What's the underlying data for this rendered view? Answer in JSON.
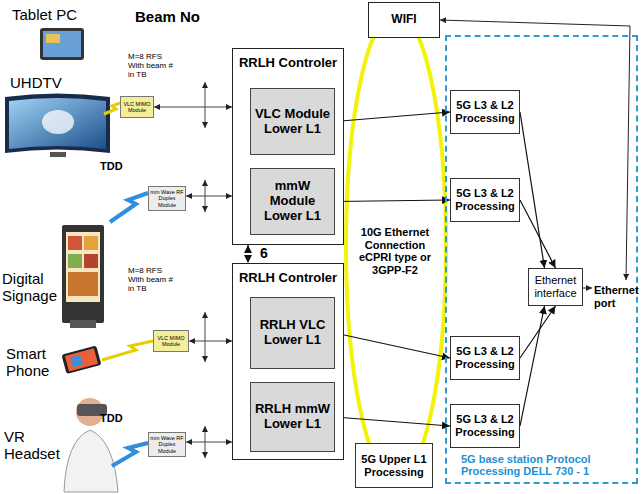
{
  "diagram": {
    "nodes": [
      {
        "text": [
          "RRLH Controler"
        ]
      },
      {
        "text": [
          "VLC Module Lower L1"
        ],
        "in": 0
      },
      {
        "text": [
          "mmW Module Lower L1"
        ],
        "in": 0
      },
      {
        "text": [
          "RRLH Controler"
        ]
      },
      {
        "text": [
          "RRLH VLC Lower L1"
        ],
        "in": 3
      },
      {
        "text": [
          "RRLH mmW Lower L1"
        ],
        "in": 3
      },
      {
        "text": [
          "WIFI"
        ]
      },
      {
        "text": [
          "5G base station Protocol Processing DELL 730 - 1"
        ]
      },
      {
        "text": [
          "5G L3 & L2 Processing"
        ],
        "in": 7
      },
      {
        "text": [
          "5G L3 & L2 Processing"
        ],
        "in": 7
      },
      {
        "text": [
          "5G L3 & L2 Processing"
        ],
        "in": 7
      },
      {
        "text": [
          "5G L3 & L2 Processing"
        ],
        "in": 7
      },
      {
        "text": [
          "Ethernet interface"
        ],
        "in": 7
      },
      {
        "text": [
          "5G Upper L1 Processing"
        ]
      },
      {
        "text": [
          "VLC MIMO Module"
        ]
      },
      {
        "text": [
          "mm Wave RF Duplex Module"
        ]
      },
      {
        "text": [
          "VLC MIMO Module"
        ]
      },
      {
        "text": [
          "mm Wave RF Duplex Module"
        ]
      }
    ],
    "edges": [
      {
        "from": 1,
        "to": 8,
        "arrow": "both"
      },
      {
        "from": 2,
        "to": 9,
        "arrow": "both"
      },
      {
        "from": 4,
        "to": 10,
        "arrow": "both"
      },
      {
        "from": 5,
        "to": 11,
        "arrow": "both"
      },
      {
        "from": 8,
        "to": 12,
        "arrow": "to"
      },
      {
        "from": 9,
        "to": 12,
        "arrow": "to"
      },
      {
        "from": 10,
        "to": 12,
        "arrow": "to"
      },
      {
        "from": 11,
        "to": 12,
        "arrow": "to"
      },
      {
        "from": 0,
        "to": 3,
        "arrow": "both",
        "label": "6"
      }
    ],
    "labels": [
      "Tablet PC",
      "UHDTV",
      "Digital Signage",
      "Smart Phone",
      "VR Headset",
      "Beam No",
      "M=8 RFS With beam # in TB",
      "TDD",
      "M=8 RFS With beam # in TB",
      "TDD",
      "10G Ethernet Connection eCPRI type or 3GPP-F2",
      "Ethernet port"
    ]
  }
}
